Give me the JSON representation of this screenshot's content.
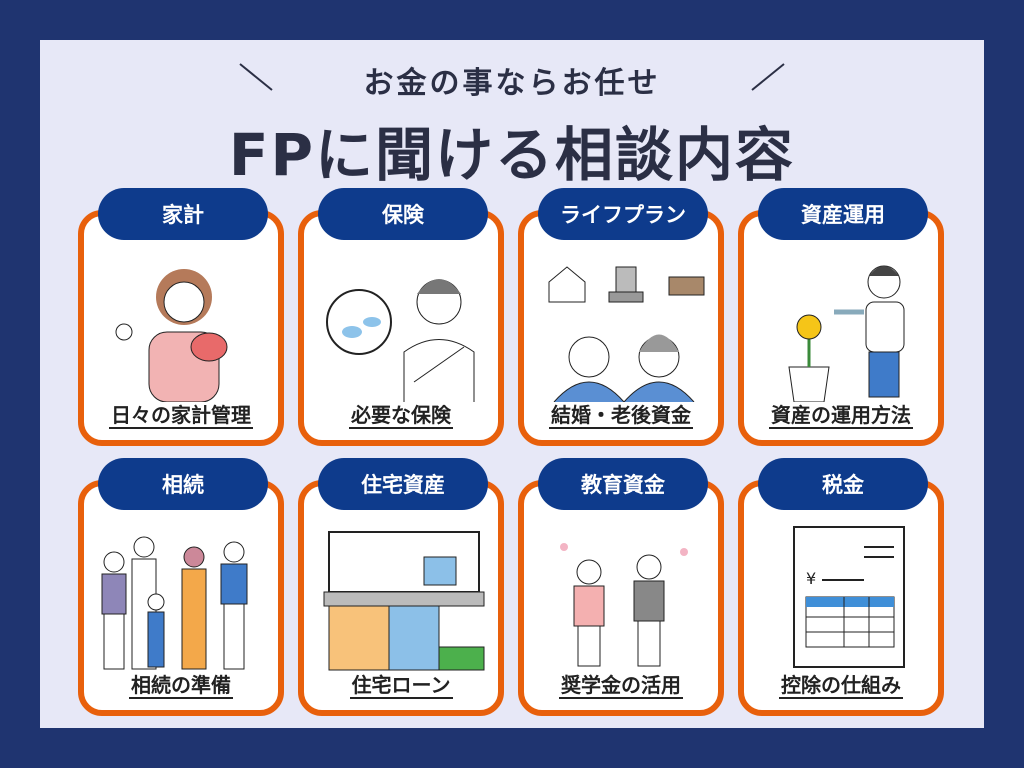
{
  "header": {
    "subtitle": "お金の事ならお任せ",
    "title": "FPに聞ける相談内容"
  },
  "cards": [
    {
      "label": "家計",
      "caption": "日々の家計管理",
      "icon": "woman-wallet-icon"
    },
    {
      "label": "保険",
      "caption": "必要な保険",
      "icon": "injured-man-icon"
    },
    {
      "label": "ライフプラン",
      "caption": "結婚・老後資金",
      "icon": "life-plan-icon"
    },
    {
      "label": "資産運用",
      "caption": "資産の運用方法",
      "icon": "money-plant-icon"
    },
    {
      "label": "相続",
      "caption": "相続の準備",
      "icon": "family-icon"
    },
    {
      "label": "住宅資産",
      "caption": "住宅ローン",
      "icon": "house-icon"
    },
    {
      "label": "教育資金",
      "caption": "奨学金の活用",
      "icon": "students-icon"
    },
    {
      "label": "税金",
      "caption": "控除の仕組み",
      "icon": "tax-document-icon"
    }
  ],
  "colors": {
    "frame": "#1f3470",
    "panel": "#e7e8f7",
    "accent": "#e8600c",
    "pill": "#0e3b8c"
  }
}
